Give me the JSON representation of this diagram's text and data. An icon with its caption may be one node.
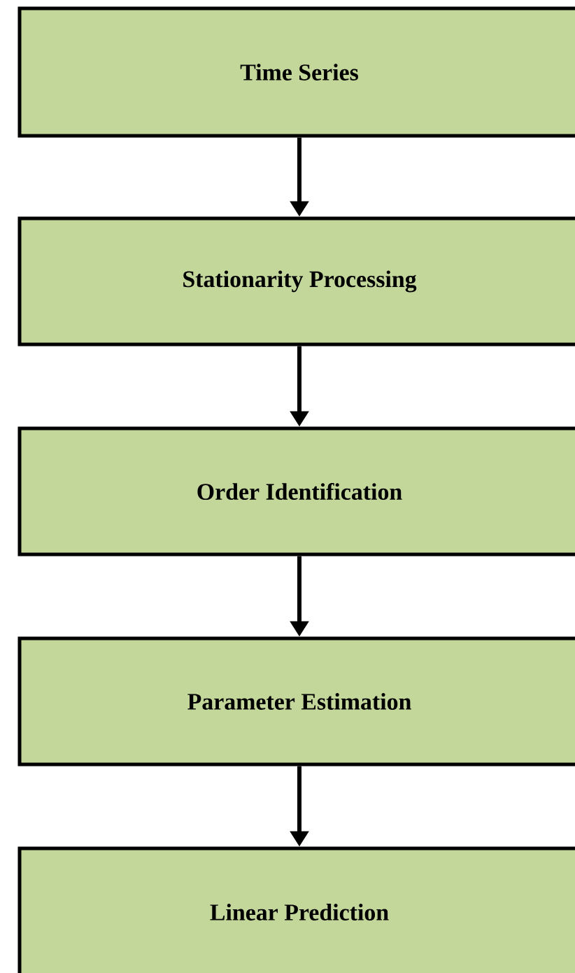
{
  "diagram": {
    "nodes": [
      {
        "text": [
          "Time Series"
        ]
      },
      {
        "text": [
          "Stationarity Processing"
        ]
      },
      {
        "text": [
          "Order Identification"
        ]
      },
      {
        "text": [
          "Parameter Estimation"
        ]
      },
      {
        "text": [
          "Linear Prediction"
        ]
      }
    ],
    "edges": [
      {
        "from": 0,
        "to": 1,
        "arrow": "to"
      },
      {
        "from": 1,
        "to": 2,
        "arrow": "to"
      },
      {
        "from": 2,
        "to": 3,
        "arrow": "to"
      },
      {
        "from": 3,
        "to": 4,
        "arrow": "to"
      }
    ]
  }
}
